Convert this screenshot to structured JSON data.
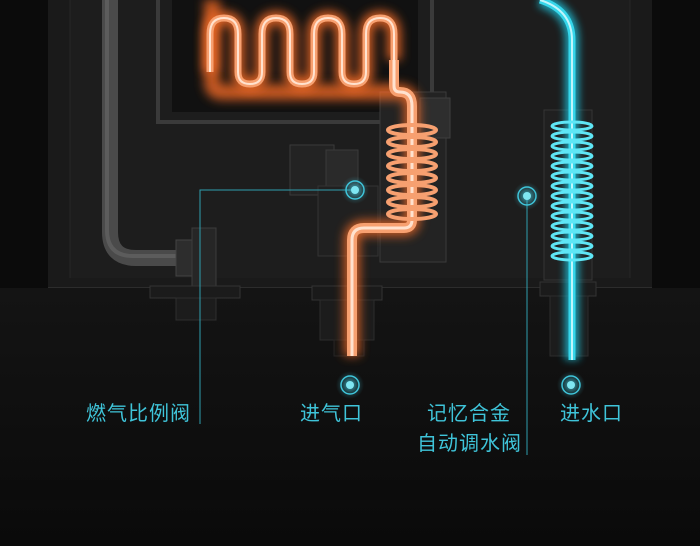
{
  "labels": {
    "gas_ratio_valve": "燃气比例阀",
    "gas_inlet": "进气口",
    "memory_alloy_line1": "记忆合金",
    "memory_alloy_line2": "自动调水阀",
    "water_inlet": "进水口"
  },
  "colors": {
    "accent": "#3fc4d9",
    "hot_pipe": "#f7a070",
    "cold_pipe": "#36d6ea",
    "background": "#0b0b0b"
  }
}
